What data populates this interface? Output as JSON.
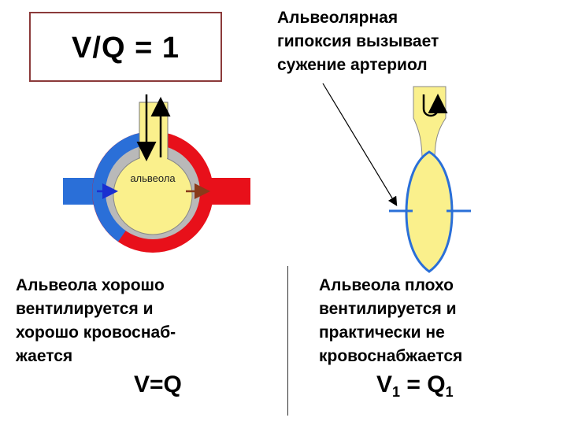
{
  "box_title": "V/Q = 1",
  "hypoxia_note": "Альвеолярная\nгипоксия вызывает\nсужение артериол",
  "alveola_label": "альвеола",
  "left_description": "Альвеола хорошо\nвентилируется и\nхорошо кровоснаб-\nжается",
  "left_equation": "V=Q",
  "right_description": "Альвеола плохо\nвентилируется и\nпрактически не\nкровоснабжается",
  "right_equation": {
    "v": "V",
    "v_sub": "1",
    "op": " = ",
    "q": "Q",
    "q_sub": "1"
  },
  "colors": {
    "alveola": "#faf08c",
    "venous_blue": "#2a6fd8",
    "arterial_red": "#e8101a",
    "gray_ring": "#b9b9b9",
    "box_border": "#8b3a3a"
  }
}
